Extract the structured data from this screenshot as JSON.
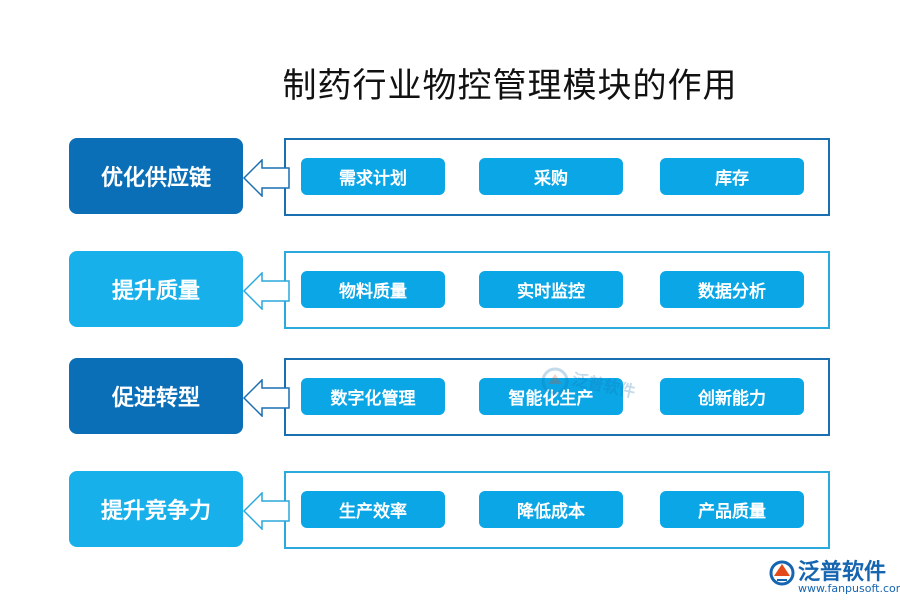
{
  "title": "制药行业物控管理模块的作用",
  "rows": [
    {
      "label": "优化供应链",
      "items": [
        "需求计划",
        "采购",
        "库存"
      ],
      "style": "dark"
    },
    {
      "label": "提升质量",
      "items": [
        "物料质量",
        "实时监控",
        "数据分析"
      ],
      "style": "light"
    },
    {
      "label": "促进转型",
      "items": [
        "数字化管理",
        "智能化生产",
        "创新能力"
      ],
      "style": "dark"
    },
    {
      "label": "提升竞争力",
      "items": [
        "生产效率",
        "降低成本",
        "产品质量"
      ],
      "style": "light"
    }
  ],
  "watermark": {
    "text": "泛普软件"
  },
  "logo": {
    "name": "泛普软件",
    "url": "www.fanpusoft.com"
  },
  "colors": {
    "dark_label": "#0b6fb8",
    "light_label": "#17b0ea",
    "item": "#0aa6e6",
    "frame": "#2ba8dc"
  }
}
